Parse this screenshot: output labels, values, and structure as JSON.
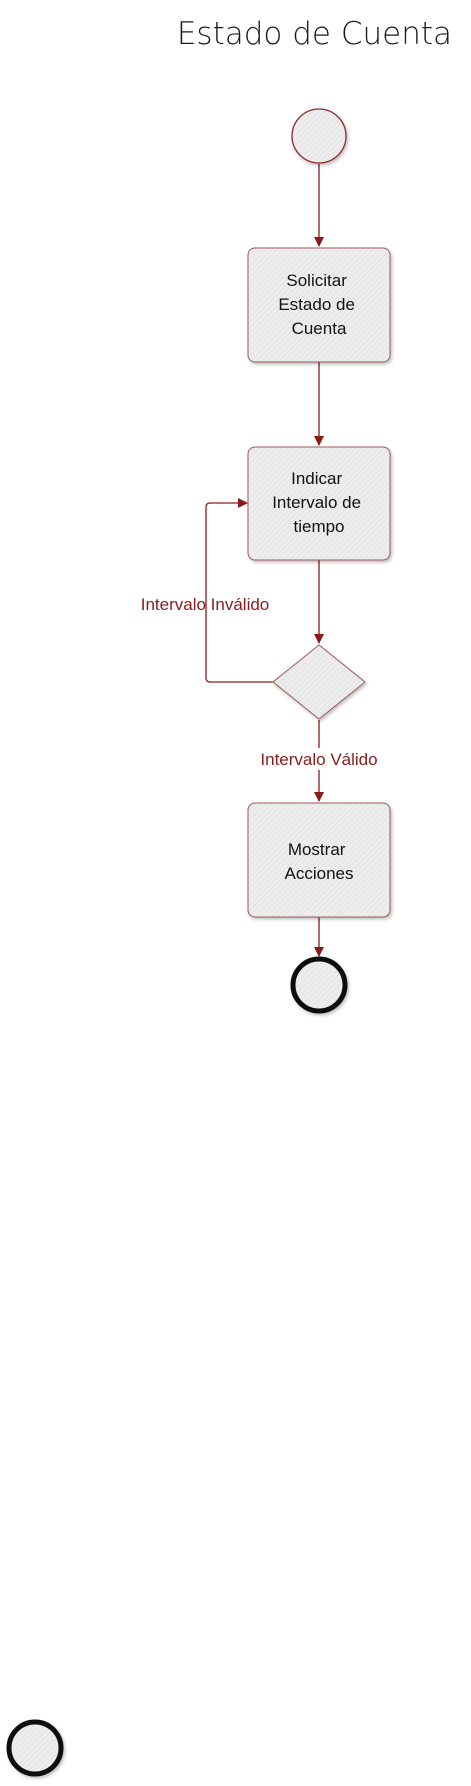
{
  "title": "Estado de Cuenta",
  "colors": {
    "edge": "#8b1a1a",
    "node_fill": "#ececec",
    "node_stroke": "#9a5a5a",
    "final_ring": "#111111"
  },
  "nodes": {
    "solicitar": {
      "lines": [
        "Solicitar",
        "Estado de",
        "Cuenta"
      ]
    },
    "indicar": {
      "lines": [
        "Indicar",
        "Intervalo de",
        "tiempo"
      ]
    },
    "mostrar": {
      "lines": [
        "Mostrar",
        "Acciones"
      ]
    }
  },
  "edges": {
    "invalid": "Intervalo Inválido",
    "valid": "Intervalo Válido"
  }
}
